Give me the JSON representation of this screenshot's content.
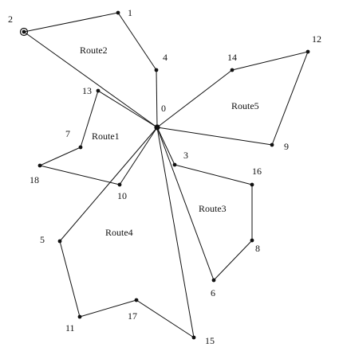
{
  "colors": {
    "line": "#111111",
    "background": "#ffffff"
  },
  "nodes": [
    {
      "id": "0",
      "label": "0"
    },
    {
      "id": "1",
      "label": "1"
    },
    {
      "id": "2",
      "label": "2"
    },
    {
      "id": "3",
      "label": "3"
    },
    {
      "id": "4",
      "label": "4"
    },
    {
      "id": "5",
      "label": "5"
    },
    {
      "id": "6",
      "label": "6"
    },
    {
      "id": "7",
      "label": "7"
    },
    {
      "id": "8",
      "label": "8"
    },
    {
      "id": "9",
      "label": "9"
    },
    {
      "id": "10",
      "label": "10"
    },
    {
      "id": "11",
      "label": "11"
    },
    {
      "id": "12",
      "label": "12"
    },
    {
      "id": "13",
      "label": "13"
    },
    {
      "id": "14",
      "label": "14"
    },
    {
      "id": "15",
      "label": "15"
    },
    {
      "id": "16",
      "label": "16"
    },
    {
      "id": "17",
      "label": "17"
    },
    {
      "id": "18",
      "label": "18"
    }
  ],
  "routes": [
    {
      "name": "Route1",
      "path": [
        "0",
        "13",
        "7",
        "18",
        "10",
        "0"
      ]
    },
    {
      "name": "Route2",
      "path": [
        "0",
        "2",
        "1",
        "4",
        "0"
      ]
    },
    {
      "name": "Route3",
      "path": [
        "0",
        "3",
        "16",
        "8",
        "6",
        "0"
      ]
    },
    {
      "name": "Route4",
      "path": [
        "0",
        "5",
        "11",
        "17",
        "15",
        "0"
      ]
    },
    {
      "name": "Route5",
      "path": [
        "0",
        "14",
        "12",
        "9",
        "0"
      ]
    }
  ]
}
